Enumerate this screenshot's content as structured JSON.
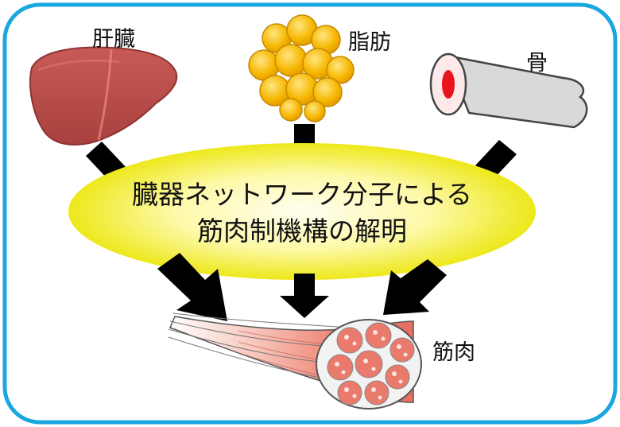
{
  "labels": {
    "liver": "肝臓",
    "fat": "脂肪",
    "bone": "骨",
    "muscle": "筋肉"
  },
  "center_title": {
    "line1": "臓器ネットワーク分子による",
    "line2": "筋肉制機構の解明"
  },
  "colors": {
    "frame": "#1aa7e0",
    "liver": "#c0504d",
    "fat": "#f5b400",
    "bone": "#d9d9d9",
    "bone_marrow": "#e8141e",
    "ellipse_center": "#fefcc0",
    "ellipse_edge": "#f0e600",
    "muscle": "#ee8877",
    "arrow": "#000000"
  },
  "icons": [
    "liver-icon",
    "fat-cells-icon",
    "bone-icon",
    "muscle-fiber-icon"
  ]
}
